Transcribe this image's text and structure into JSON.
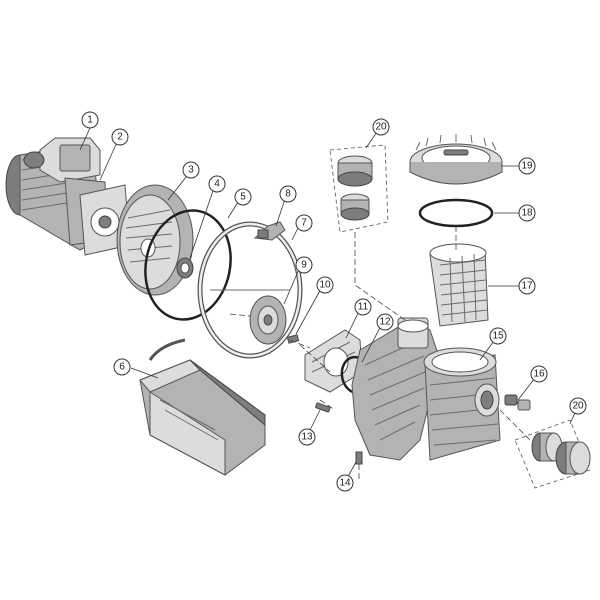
{
  "callouts": [
    {
      "id": "callout-1",
      "label": "1"
    },
    {
      "id": "callout-2",
      "label": "2"
    },
    {
      "id": "callout-3",
      "label": "3"
    },
    {
      "id": "callout-4",
      "label": "4"
    },
    {
      "id": "callout-5",
      "label": "5"
    },
    {
      "id": "callout-6",
      "label": "6"
    },
    {
      "id": "callout-7",
      "label": "7"
    },
    {
      "id": "callout-8",
      "label": "8"
    },
    {
      "id": "callout-9",
      "label": "9"
    },
    {
      "id": "callout-10",
      "label": "10"
    },
    {
      "id": "callout-11",
      "label": "11"
    },
    {
      "id": "callout-12",
      "label": "12"
    },
    {
      "id": "callout-13",
      "label": "13"
    },
    {
      "id": "callout-14",
      "label": "14"
    },
    {
      "id": "callout-15",
      "label": "15"
    },
    {
      "id": "callout-16",
      "label": "16"
    },
    {
      "id": "callout-17",
      "label": "17"
    },
    {
      "id": "callout-18",
      "label": "18"
    },
    {
      "id": "callout-19",
      "label": "19"
    },
    {
      "id": "callout-20-top",
      "label": "20"
    },
    {
      "id": "callout-20-right",
      "label": "20"
    }
  ],
  "colors": {
    "line": "#333333",
    "part_fill": "#b3b3b3",
    "part_dark": "#7d7d7d",
    "background": "#ffffff"
  }
}
